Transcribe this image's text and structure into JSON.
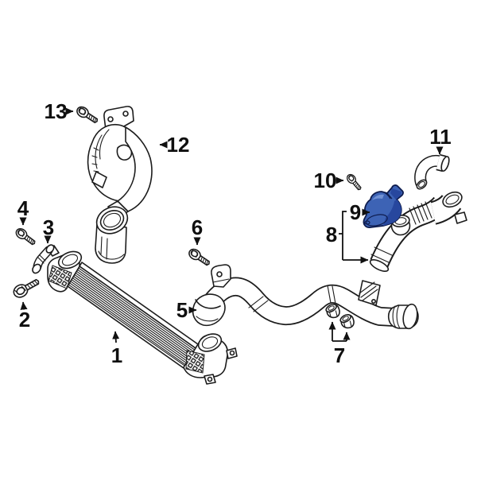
{
  "diagram": {
    "background": "#ffffff",
    "ink": "#1c1c1c",
    "highlight_fill": "#3d63b5",
    "highlight_shade": "#27479e",
    "highlight_light": "#7292d4",
    "highlight_outline": "#0e1c4e",
    "callouts": {
      "c1": {
        "label": "1"
      },
      "c2": {
        "label": "2"
      },
      "c3": {
        "label": "3"
      },
      "c4": {
        "label": "4"
      },
      "c5": {
        "label": "5"
      },
      "c6": {
        "label": "6"
      },
      "c7": {
        "label": "7"
      },
      "c8": {
        "label": "8"
      },
      "c9": {
        "label": "9"
      },
      "c10": {
        "label": "10"
      },
      "c11": {
        "label": "11"
      },
      "c12": {
        "label": "12"
      },
      "c13": {
        "label": "13"
      }
    }
  }
}
